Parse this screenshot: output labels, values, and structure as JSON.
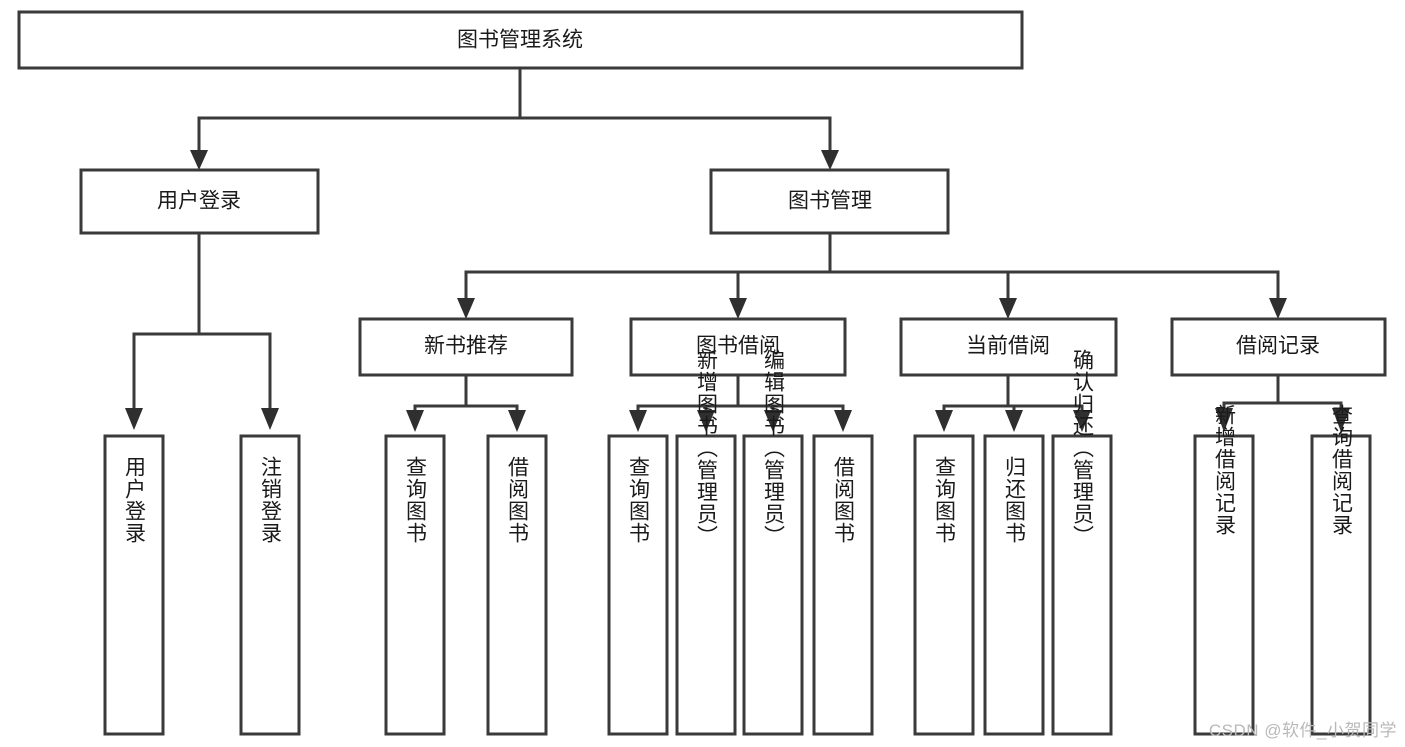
{
  "diagram": {
    "type": "tree-hierarchy",
    "title": "图书管理系统",
    "watermark": "CSDN @软件_小贺同学",
    "colors": {
      "box_stroke": "#3a3a3a",
      "box_fill": "#ffffff",
      "connector": "#3a3a3a",
      "text": "#1a1a1a",
      "watermark": "#b9b9b9",
      "background": "#ffffff"
    },
    "levels": [
      {
        "level": 0,
        "nodes": [
          {
            "id": "root",
            "label": "图书管理系统",
            "orientation": "horizontal"
          }
        ]
      },
      {
        "level": 1,
        "nodes": [
          {
            "id": "login",
            "label": "用户登录",
            "orientation": "horizontal",
            "parent": "root"
          },
          {
            "id": "bookmgmt",
            "label": "图书管理",
            "orientation": "horizontal",
            "parent": "root"
          }
        ]
      },
      {
        "level": 2,
        "nodes": [
          {
            "id": "newbook",
            "label": "新书推荐",
            "orientation": "horizontal",
            "parent": "bookmgmt"
          },
          {
            "id": "borrow",
            "label": "图书借阅",
            "orientation": "horizontal",
            "parent": "bookmgmt"
          },
          {
            "id": "current",
            "label": "当前借阅",
            "orientation": "horizontal",
            "parent": "bookmgmt"
          },
          {
            "id": "records",
            "label": "借阅记录",
            "orientation": "horizontal",
            "parent": "bookmgmt"
          }
        ]
      },
      {
        "level": 3,
        "nodes": [
          {
            "id": "leaf1",
            "label": "用户登录",
            "orientation": "vertical",
            "parent": "login"
          },
          {
            "id": "leaf2",
            "label": "注销登录",
            "orientation": "vertical",
            "parent": "login"
          },
          {
            "id": "leaf3",
            "label": "查询图书",
            "orientation": "vertical",
            "parent": "newbook"
          },
          {
            "id": "leaf4",
            "label": "借阅图书",
            "orientation": "vertical",
            "parent": "newbook"
          },
          {
            "id": "leaf5",
            "label": "查询图书",
            "orientation": "vertical",
            "parent": "borrow"
          },
          {
            "id": "leaf6",
            "label": "新增图书（管理员）",
            "orientation": "vertical",
            "parent": "borrow"
          },
          {
            "id": "leaf7",
            "label": "编辑图书（管理员）",
            "orientation": "vertical",
            "parent": "borrow"
          },
          {
            "id": "leaf8",
            "label": "借阅图书",
            "orientation": "vertical",
            "parent": "borrow"
          },
          {
            "id": "leaf9",
            "label": "查询图书",
            "orientation": "vertical",
            "parent": "current"
          },
          {
            "id": "leaf10",
            "label": "归还图书",
            "orientation": "vertical",
            "parent": "current"
          },
          {
            "id": "leaf11",
            "label": "确认归还（管理员）",
            "orientation": "vertical",
            "parent": "current"
          },
          {
            "id": "leaf12",
            "label": "新增借阅记录",
            "orientation": "vertical",
            "parent": "records"
          },
          {
            "id": "leaf13",
            "label": "查询借阅记录",
            "orientation": "vertical",
            "parent": "records"
          }
        ]
      }
    ]
  }
}
